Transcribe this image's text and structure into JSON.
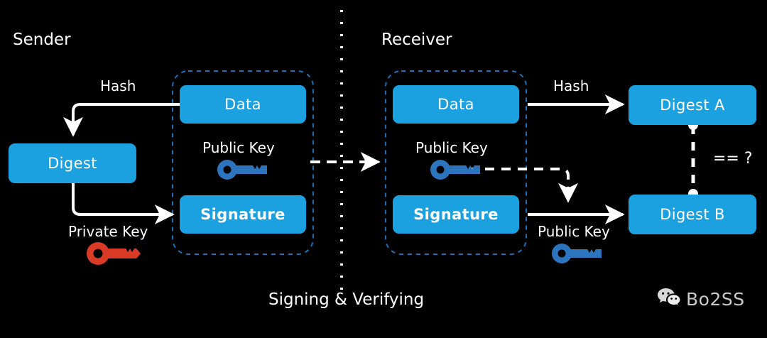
{
  "diagram": {
    "caption": "Signing & Verifying",
    "background_color": "#000000",
    "node_color": "#1BA0E0",
    "group_outline_color": "#1F6FB5",
    "public_key_color": "#2C75BE",
    "private_key_color": "#D93B26",
    "stroke_color": "#FFFFFF"
  },
  "sender": {
    "title": "Sender",
    "hash_label": "Hash",
    "digest_node": "Digest",
    "private_key_label": "Private Key",
    "private_key_icon": "key-icon",
    "group": {
      "data_node": "Data",
      "public_key_label": "Public Key",
      "public_key_icon": "key-icon",
      "signature_node": "Signature"
    }
  },
  "transfer": {
    "divider_icon": "vertical-dotted-divider",
    "arrow_icon": "dashed-right-arrow"
  },
  "receiver": {
    "title": "Receiver",
    "hash_label": "Hash",
    "public_key_label": "Public Key",
    "public_key_icon": "key-icon",
    "group": {
      "data_node": "Data",
      "public_key_label": "Public Key",
      "public_key_icon": "key-icon",
      "signature_node": "Signature"
    },
    "digest_a_node": "Digest A",
    "digest_b_node": "Digest B",
    "compare_label": "== ?"
  },
  "watermark": {
    "icon": "wechat-icon",
    "text": "Bo2SS"
  }
}
